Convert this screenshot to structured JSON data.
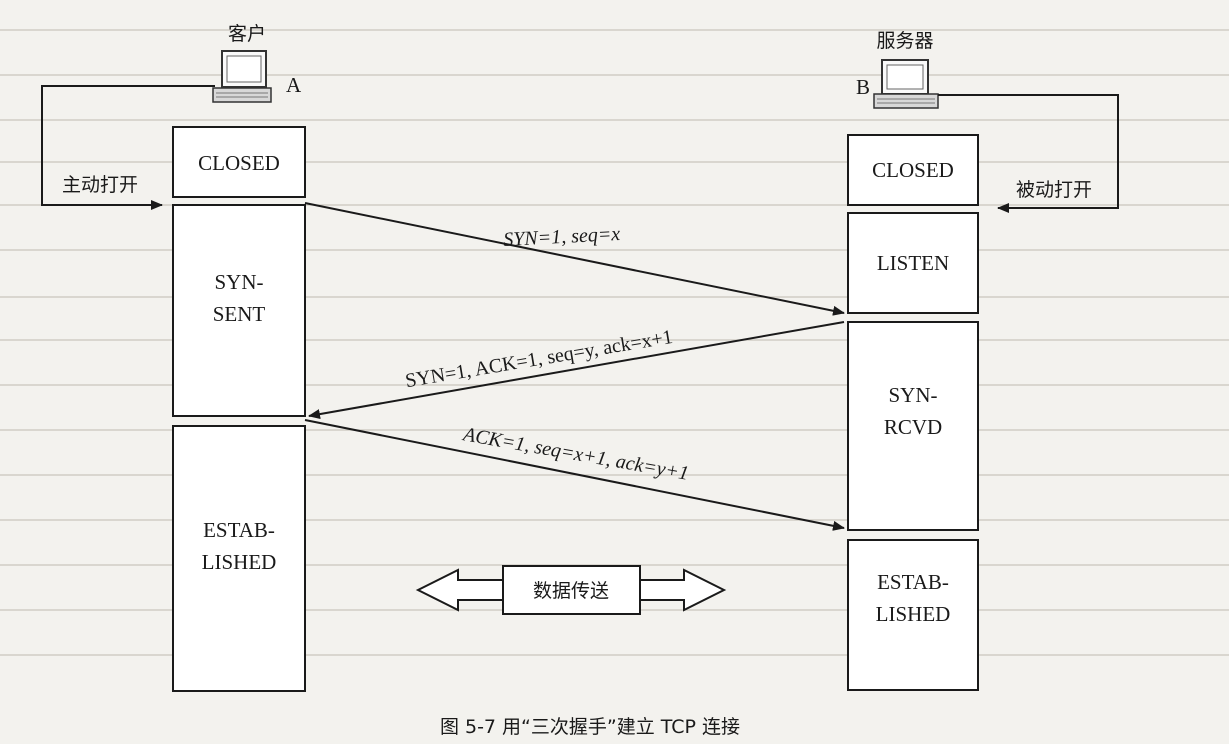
{
  "client": {
    "name": "客户",
    "id": "A",
    "active_open_label": "主动打开",
    "states": [
      "CLOSED",
      "SYN-\nSENT",
      "ESTAB-\nLISHED"
    ]
  },
  "server": {
    "name": "服务器",
    "id": "B",
    "passive_open_label": "被动打开",
    "states": [
      "CLOSED",
      "LISTEN",
      "SYN-\nRCVD",
      "ESTAB-\nLISHED"
    ]
  },
  "messages": [
    {
      "text": "SYN=1, seq=x",
      "direction": "A-to-B"
    },
    {
      "text": "SYN=1, ACK=1, seq=y, ack=x+1",
      "direction": "B-to-A"
    },
    {
      "text": "ACK=1, seq=x+1, ack=y+1",
      "direction": "A-to-B"
    }
  ],
  "data_transfer_label": "数据传送",
  "caption": "图 5-7   用“三次握手”建立 TCP 连接",
  "colors": {
    "line": "#1a1a1a",
    "box_fill": "#ffffff",
    "background": "#f3f2ee"
  }
}
